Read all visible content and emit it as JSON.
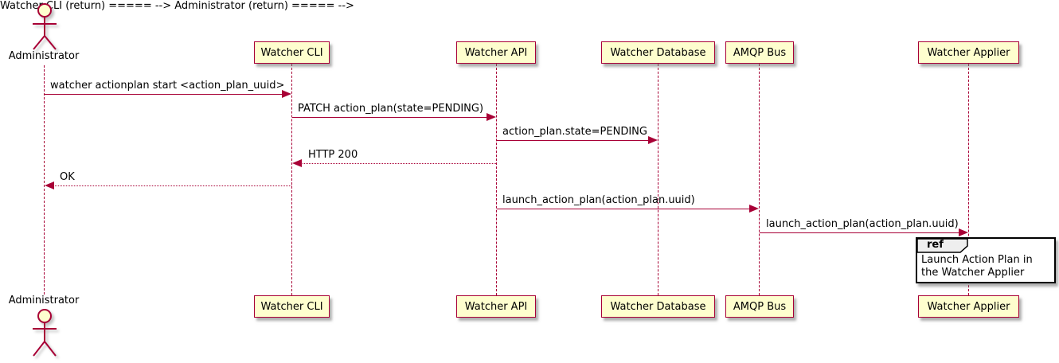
{
  "diagram": {
    "type": "plantuml-sequence",
    "colors": {
      "border": "#A80036",
      "participant_fill": "#FEFECE",
      "lifeline": "#A80036",
      "text": "#000000",
      "ref_header_fill": "#EEEEEE",
      "ref_border": "#000000",
      "background": "#FFFFFF"
    },
    "actor": {
      "name": "Administrator"
    },
    "participants": [
      {
        "name": "Watcher CLI"
      },
      {
        "name": "Watcher API"
      },
      {
        "name": "Watcher Database"
      },
      {
        "name": "AMQP Bus"
      },
      {
        "name": "Watcher Applier"
      }
    ],
    "messages": [
      {
        "text": "watcher actionplan start <action_plan_uuid>",
        "from": "Administrator",
        "to": "Watcher CLI",
        "style": "solid"
      },
      {
        "text": "PATCH action_plan(state=PENDING)",
        "from": "Watcher CLI",
        "to": "Watcher API",
        "style": "solid"
      },
      {
        "text": "action_plan.state=PENDING",
        "from": "Watcher API",
        "to": "Watcher Database",
        "style": "solid"
      },
      {
        "text": "HTTP 200",
        "from": "Watcher API",
        "to": "Watcher CLI",
        "style": "dashed"
      },
      {
        "text": "OK",
        "from": "Watcher CLI",
        "to": "Administrator",
        "style": "dashed"
      },
      {
        "text": "launch_action_plan(action_plan.uuid)",
        "from": "Watcher API",
        "to": "AMQP Bus",
        "style": "solid"
      },
      {
        "text": "launch_action_plan(action_plan.uuid)",
        "from": "AMQP Bus",
        "to": "Watcher Applier",
        "style": "solid"
      }
    ],
    "ref": {
      "keyword": "ref",
      "text": "Launch Action Plan in the Watcher Applier",
      "over": "Watcher Applier"
    }
  }
}
